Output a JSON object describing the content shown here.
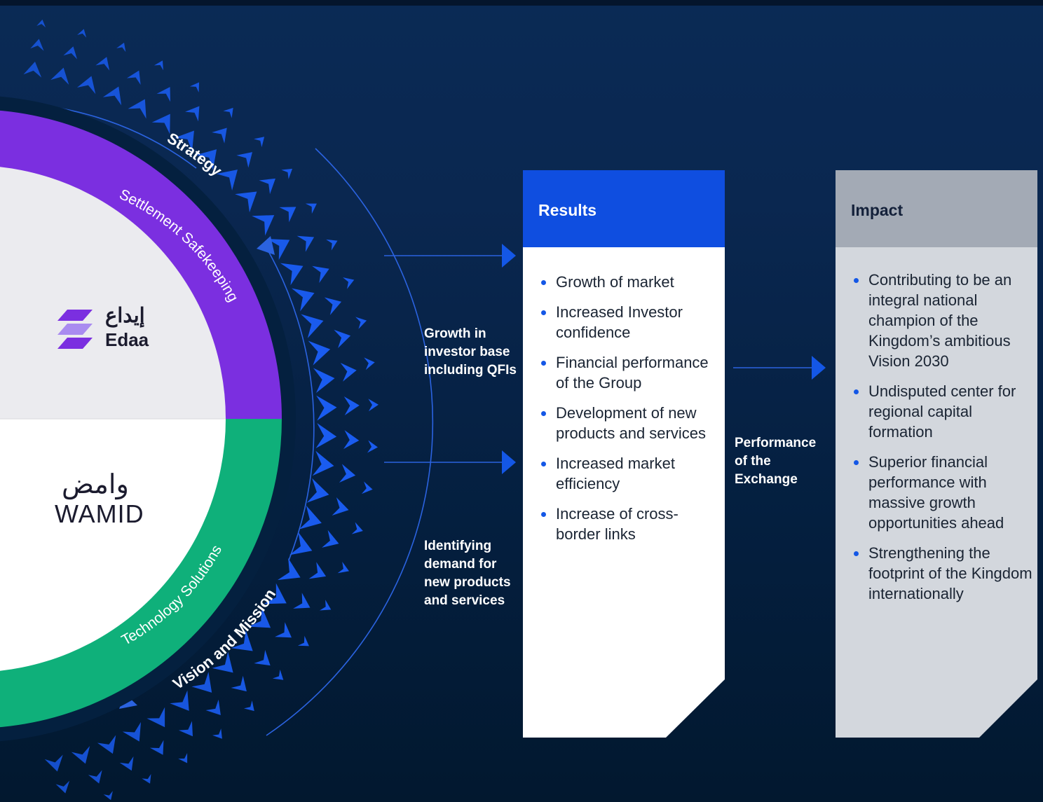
{
  "wheel": {
    "outer_ring_labels": [
      "Strategy",
      "Vision and Mission"
    ],
    "inner_ring_labels": [
      "Settlement Safekeeping",
      "Technology Solutions"
    ],
    "inner_colors": {
      "top": "#7b2fe0",
      "bottom": "#0fb07a"
    },
    "logos": [
      {
        "name": "edaa-logo",
        "arabic": "إيداع",
        "latin": "Edaa"
      },
      {
        "name": "wamid-logo",
        "arabic": "وامض",
        "latin": "WAMID"
      }
    ]
  },
  "flow_labels": {
    "investor_growth": "Growth in investor base including QFIs",
    "demand": "Identifying demand for new products and services",
    "performance": "Performance of the Exchange"
  },
  "results": {
    "title": "Results",
    "header_color": "#0f4ee0",
    "items": [
      "Growth of market",
      "Increased Investor confidence",
      "Financial performance of the Group",
      "Development of new products and services",
      "Increased market efficiency",
      "Increase of cross-border links"
    ]
  },
  "impact": {
    "title": "Impact",
    "header_color": "#a3aab5",
    "items": [
      "Contributing to be an integral national champion of the Kingdom’s ambitious Vision 2030",
      "Undisputed center for regional capital formation",
      "Superior financial performance with massive growth opportunities ahead",
      "Strengthening the footprint of the Kingdom internationally"
    ]
  }
}
